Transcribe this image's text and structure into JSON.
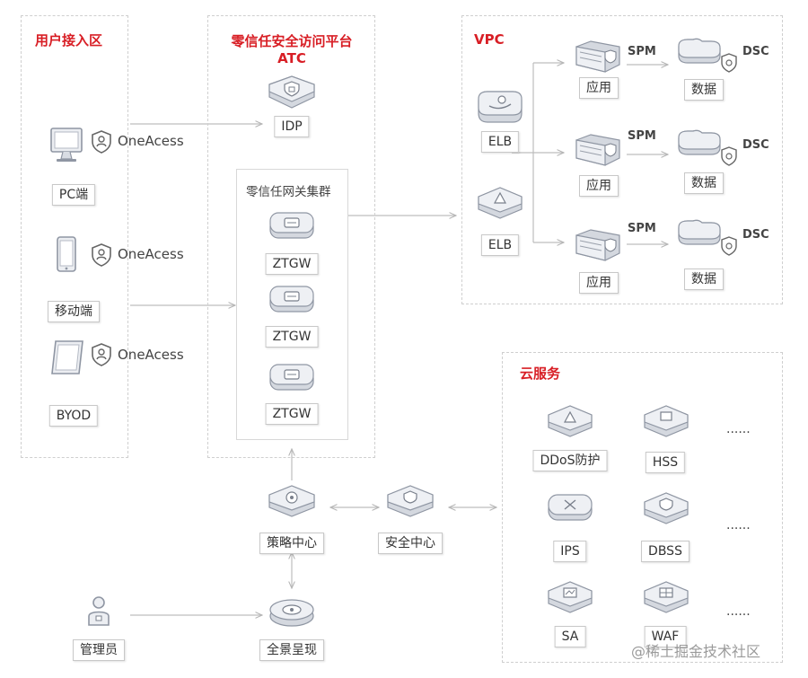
{
  "zones": {
    "user_access": {
      "title": "用户接入区"
    },
    "atc": {
      "title_line1": "零信任安全访问平台",
      "title_line2": "ATC",
      "cluster_title": "零信任网关集群"
    },
    "vpc": {
      "title": "VPC"
    },
    "cloud": {
      "title": "云服务"
    }
  },
  "devices": {
    "pc": "PC端",
    "mobile": "移动端",
    "byod": "BYOD",
    "agent": "OneAcess"
  },
  "atc_nodes": {
    "idp": "IDP",
    "gw1": "ZTGW",
    "gw2": "ZTGW",
    "gw3": "ZTGW"
  },
  "vpc_nodes": {
    "elb1": "ELB",
    "elb2": "ELB",
    "app": "应用",
    "data": "数据",
    "spm": "SPM",
    "dsc": "DSC"
  },
  "cloud_nodes": {
    "ddos": "DDoS防护",
    "hss": "HSS",
    "ips": "IPS",
    "dbss": "DBSS",
    "sa": "SA",
    "waf": "WAF",
    "more": "......"
  },
  "mgmt": {
    "policy": "策略中心",
    "security": "安全中心",
    "panorama": "全景呈现",
    "admin": "管理员"
  },
  "watermark": "@稀土掘金技术社区",
  "colors": {
    "accent": "#d81e25",
    "line": "#bbbbbb",
    "icon_fill": "#eceef2",
    "icon_stroke": "#8f96a3"
  }
}
